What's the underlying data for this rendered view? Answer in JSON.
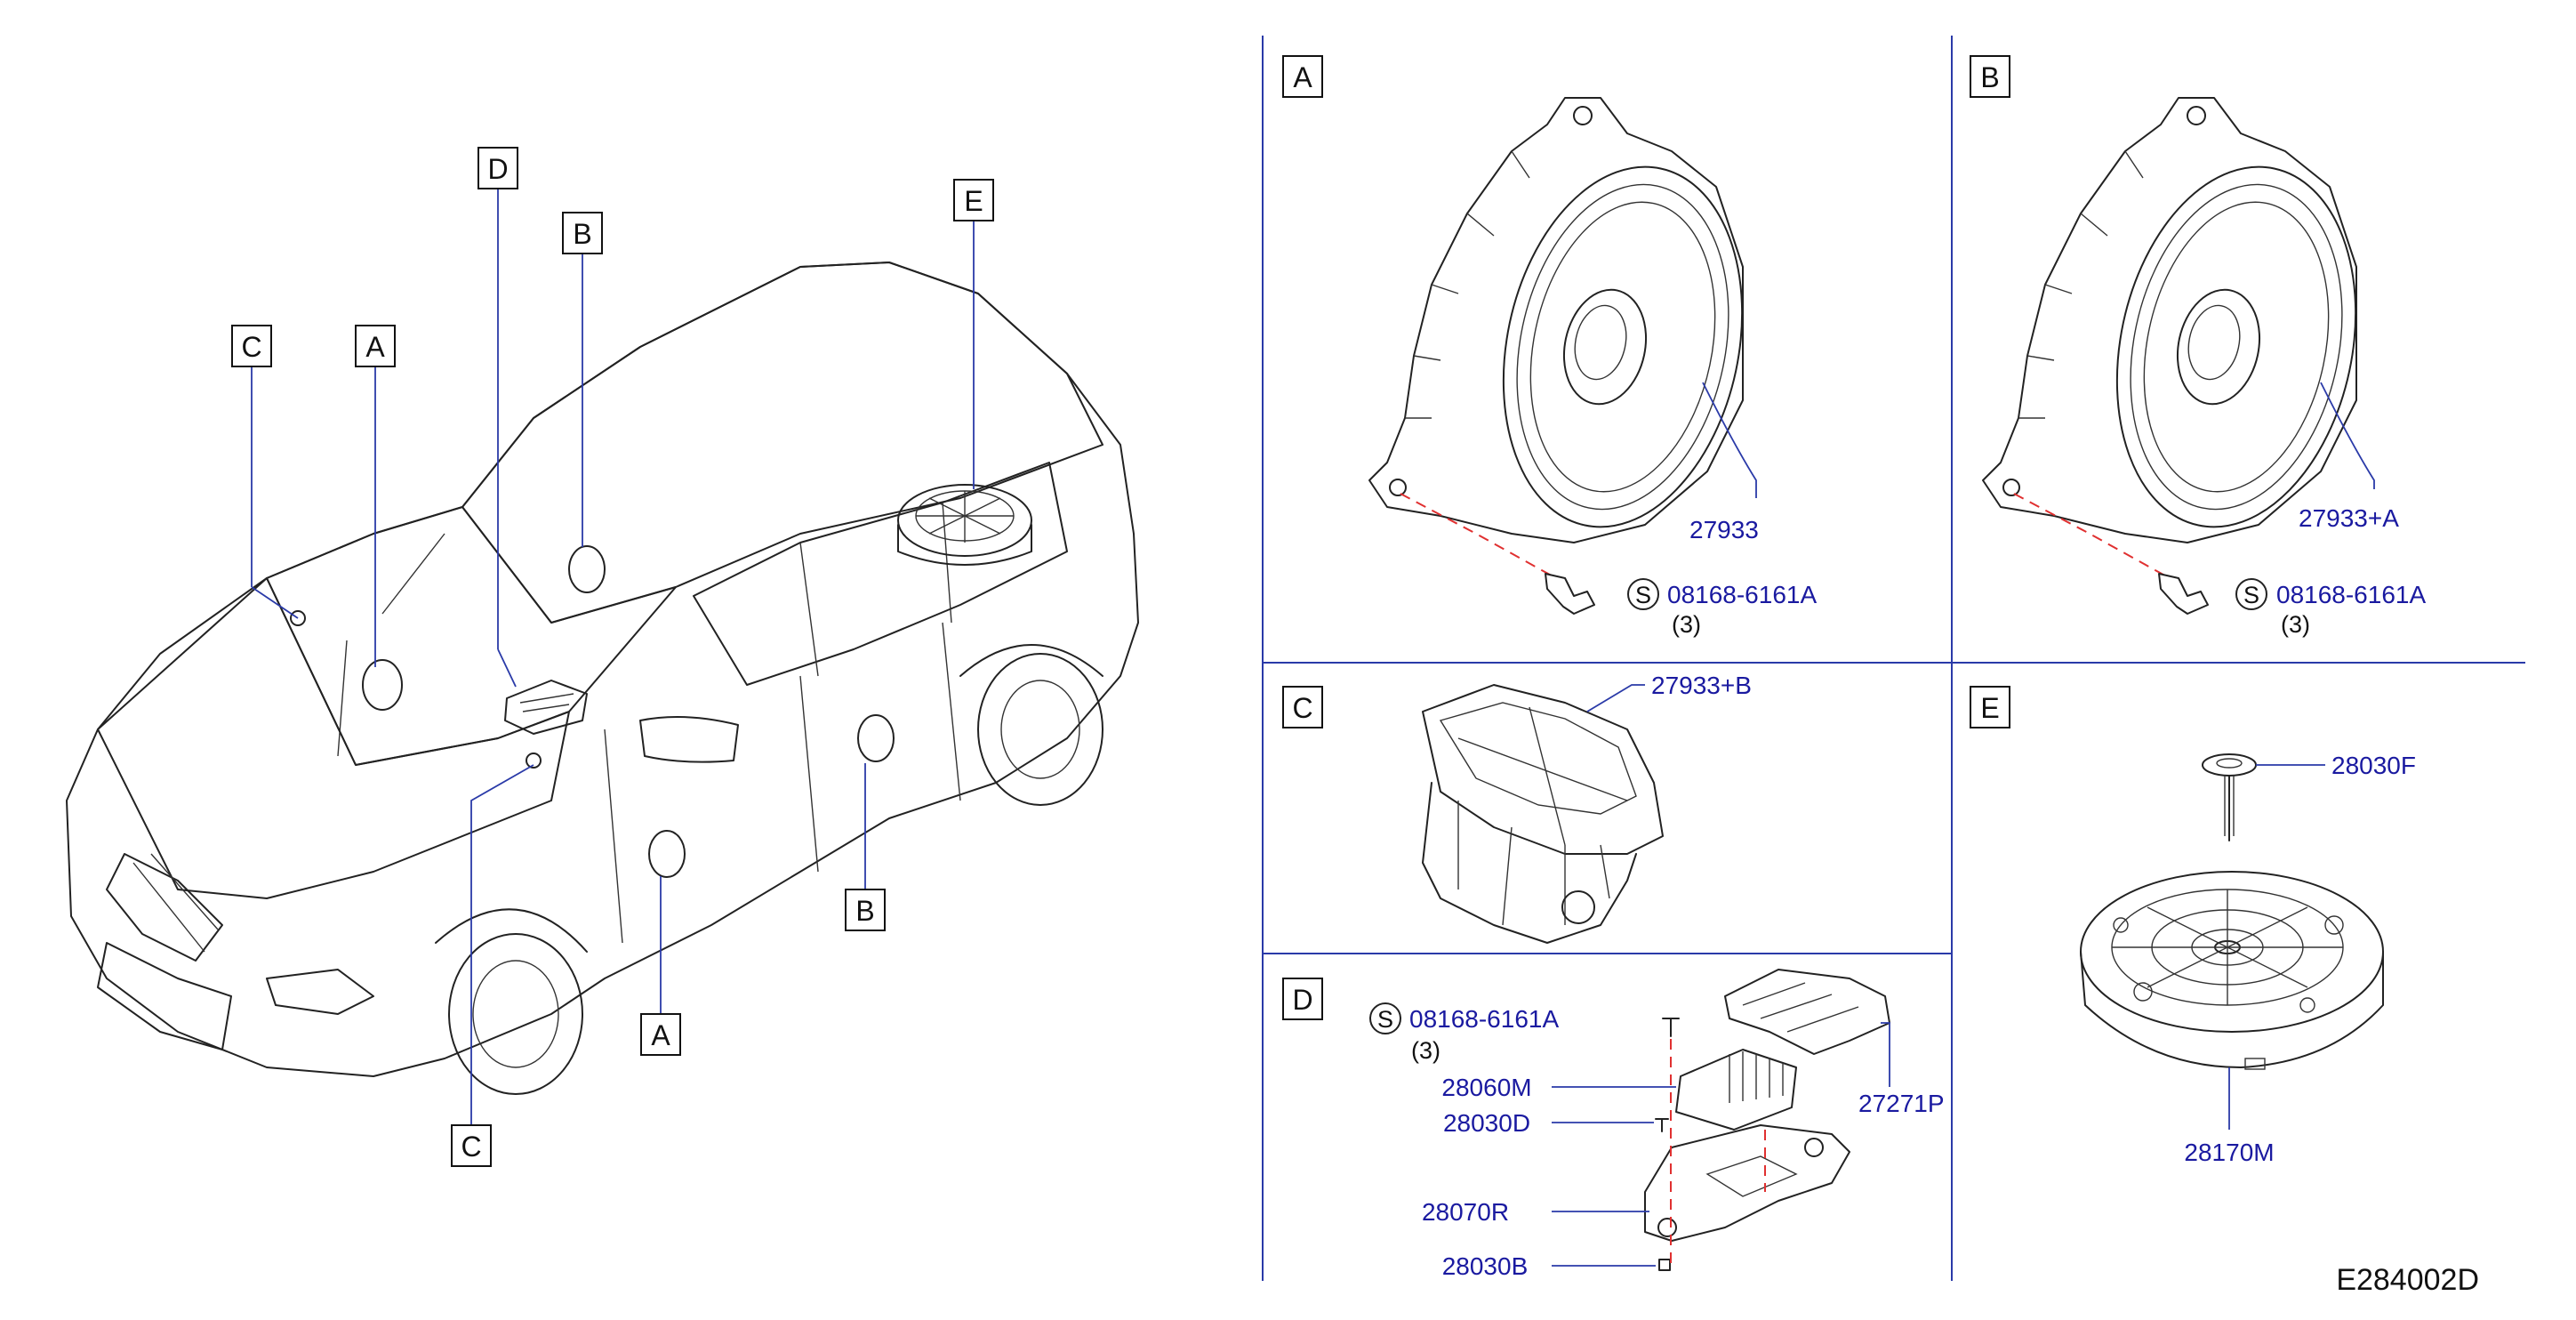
{
  "diagram": {
    "code": "E284002D",
    "car_callouts": [
      {
        "id": "callout-c-top",
        "letter": "C"
      },
      {
        "id": "callout-a-top",
        "letter": "A"
      },
      {
        "id": "callout-d",
        "letter": "D"
      },
      {
        "id": "callout-b-top",
        "letter": "B"
      },
      {
        "id": "callout-e",
        "letter": "E"
      },
      {
        "id": "callout-b-bottom",
        "letter": "B"
      },
      {
        "id": "callout-a-bottom",
        "letter": "A"
      },
      {
        "id": "callout-c-bottom",
        "letter": "C"
      }
    ],
    "panels": {
      "a": {
        "label": "A",
        "part": "27933",
        "screw": "08168-6161A",
        "screw_symbol": "S",
        "qty": "(3)"
      },
      "b": {
        "label": "B",
        "part": "27933+A",
        "screw": "08168-6161A",
        "screw_symbol": "S",
        "qty": "(3)"
      },
      "c": {
        "label": "C",
        "part": "27933+B"
      },
      "d": {
        "label": "D",
        "screw": "08168-6161A",
        "screw_symbol": "S",
        "qty": "(3)",
        "parts": [
          "28060M",
          "28030D",
          "27271P",
          "28070R",
          "28030B"
        ]
      },
      "e": {
        "label": "E",
        "parts": [
          "28030F",
          "28170M"
        ]
      }
    }
  }
}
